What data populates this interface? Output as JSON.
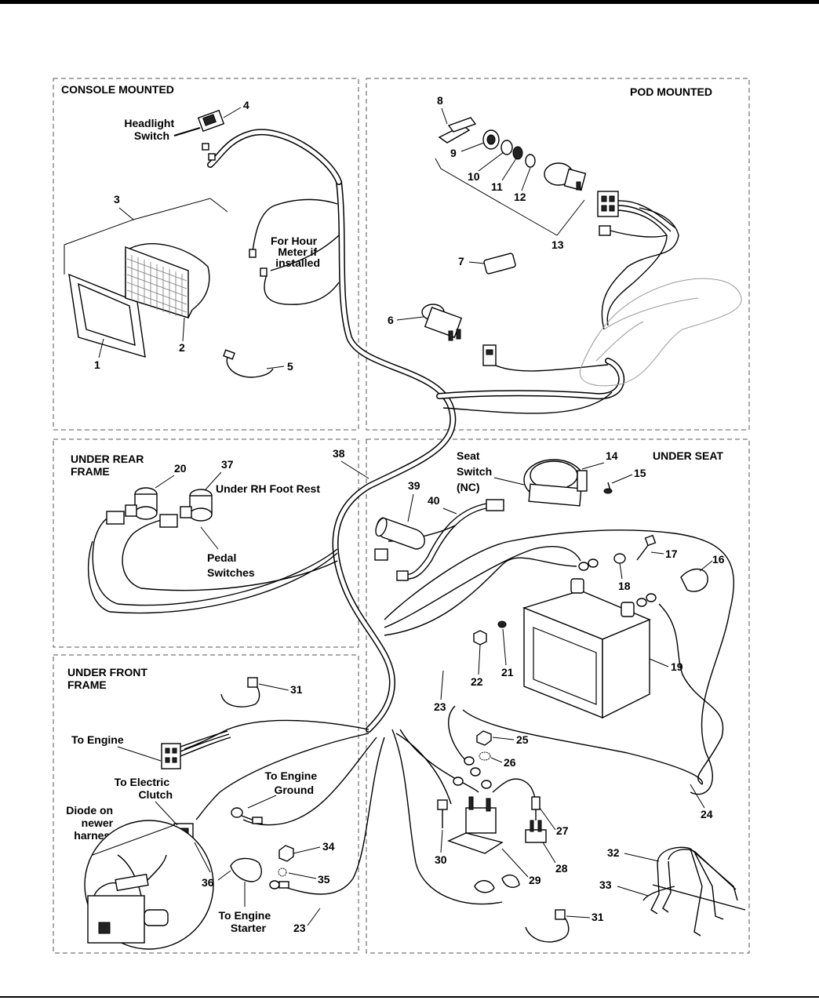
{
  "sections": {
    "console": "CONSOLE MOUNTED",
    "pod": "POD MOUNTED",
    "under_rear_frame": [
      "UNDER REAR",
      "FRAME"
    ],
    "under_seat": "UNDER SEAT",
    "under_front_frame": [
      "UNDER FRONT",
      "FRAME"
    ]
  },
  "labels": {
    "headlight_switch": [
      "Headlight",
      "Switch"
    ],
    "hour_meter": [
      "For Hour",
      "Meter if",
      "installed"
    ],
    "seat_switch": [
      "Seat",
      "Switch",
      "(NC)"
    ],
    "under_rh_foot_rest": "Under RH Foot Rest",
    "pedal_switches": [
      "Pedal",
      "Switches"
    ],
    "to_engine": "To Engine",
    "to_electric_clutch": [
      "To Electric",
      "Clutch"
    ],
    "diode": [
      "Diode on",
      "newer",
      "harness"
    ],
    "to_engine_ground": [
      "To Engine",
      "Ground"
    ],
    "to_engine_starter": [
      "To Engine",
      "Starter"
    ]
  },
  "callouts": {
    "c1": "1",
    "c2": "2",
    "c3": "3",
    "c4": "4",
    "c5": "5",
    "c6": "6",
    "c7": "7",
    "c8": "8",
    "c9": "9",
    "c10": "10",
    "c11": "11",
    "c12": "12",
    "c13": "13",
    "c14": "14",
    "c15": "15",
    "c16": "16",
    "c17": "17",
    "c18": "18",
    "c19": "19",
    "c20": "20",
    "c21": "21",
    "c22": "22",
    "c23a": "23",
    "c23b": "23",
    "c24": "24",
    "c25": "25",
    "c26": "26",
    "c27": "27",
    "c28": "28",
    "c29": "29",
    "c30": "30",
    "c31a": "31",
    "c31b": "31",
    "c32": "32",
    "c33": "33",
    "c34": "34",
    "c35": "35",
    "c36": "36",
    "c37": "37",
    "c38": "38",
    "c39": "39",
    "c40": "40"
  }
}
